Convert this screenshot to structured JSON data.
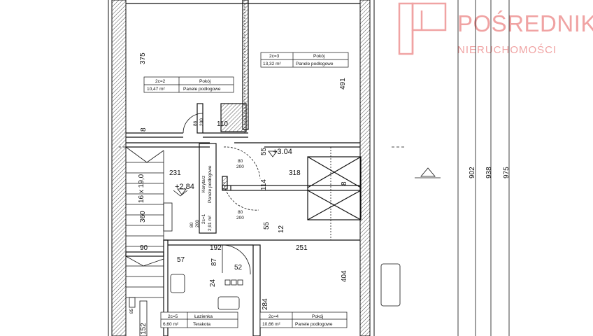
{
  "logo": {
    "name": "POŚREDNIK",
    "tagline": "NIERUCHOMOŚCI",
    "color": "#f0a3a3"
  },
  "rooms": [
    {
      "id": "2c=2",
      "name": "Pokój",
      "area": "10,47 m²",
      "floor": "Panele podłogowe"
    },
    {
      "id": "2c=3",
      "name": "Pokój",
      "area": "13,32 m²",
      "floor": "Panele podłogowe"
    },
    {
      "id": "2c=4",
      "name": "Pokój",
      "area": "10,66 m²",
      "floor": "Panele podłogowe"
    },
    {
      "id": "2c=5",
      "name": "Łazienka",
      "area": "6,60 m²",
      "floor": "Terakota"
    }
  ],
  "corridor": {
    "name": "Korytarz",
    "floor": "Panele podłogowe",
    "id": "2c=1",
    "area": "2,91 m²"
  },
  "levels": {
    "main": "+3.04",
    "stairs": "+2.84"
  },
  "stairs_label": "16 x 19,0",
  "dimensions": {
    "d375": "375",
    "d491": "491",
    "d110": "110",
    "d8a": "8",
    "d55a": "55",
    "d231": "231",
    "d318": "318",
    "d8b": "8",
    "d114": "114",
    "d80a": "80",
    "d200a": "200",
    "d80b": "80",
    "d200b": "200",
    "d90": "90",
    "d192": "192",
    "d251": "251",
    "d55b": "55",
    "d12": "12",
    "d57": "57",
    "d87": "87",
    "d52": "52",
    "d24": "24",
    "d404": "404",
    "d284": "284",
    "d152": "152",
    "d360": "360",
    "d85": "85",
    "d86": "86",
    "d200c": "200",
    "d80c": "80",
    "d200d": "200",
    "d902": "902",
    "d938": "938",
    "d975": "975"
  }
}
